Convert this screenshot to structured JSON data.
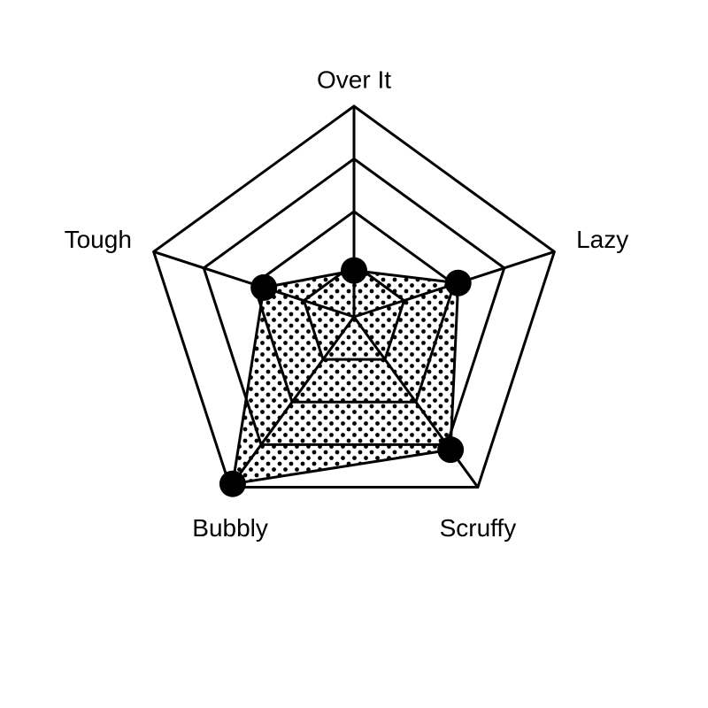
{
  "chart_data": {
    "type": "radar",
    "title": "",
    "categories": [
      "Over It",
      "Lazy",
      "Scruffy",
      "Bubbly",
      "Tough"
    ],
    "series": [
      {
        "values": [
          0.22,
          0.52,
          0.78,
          0.98,
          0.45
        ]
      }
    ],
    "rlim": [
      0,
      1
    ],
    "grid_levels": [
      0.25,
      0.5,
      0.75,
      1.0
    ],
    "grid": true,
    "legend": "none",
    "fill_pattern": "dots",
    "colors": {
      "line": "#000000",
      "marker": "#000000",
      "background": "#ffffff"
    }
  }
}
